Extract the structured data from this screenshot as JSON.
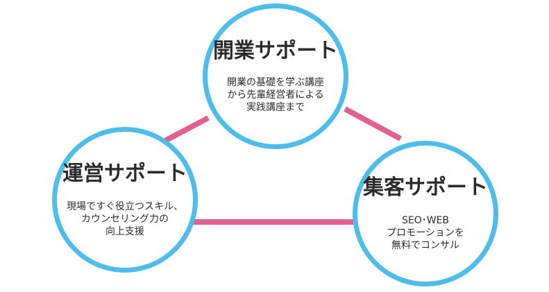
{
  "colors": {
    "circle_border": "#4fbdea",
    "connector": "#e2608e",
    "text": "#2b2b2b",
    "background": "#ffffff"
  },
  "nodes": {
    "kaigyou": {
      "title": "開業サポート",
      "lines": [
        "開業の基礎を学ぶ講座",
        "から先輩経営者による",
        "実践講座まで"
      ]
    },
    "unei": {
      "title": "運営サポート",
      "lines": [
        "現場ですぐ役立つスキル、",
        "カウンセリング力の",
        "向上支援"
      ]
    },
    "shukyaku": {
      "title": "集客サポート",
      "lines": [
        "SEO･WEB",
        "プロモーションを",
        "無料でコンサル"
      ]
    }
  }
}
